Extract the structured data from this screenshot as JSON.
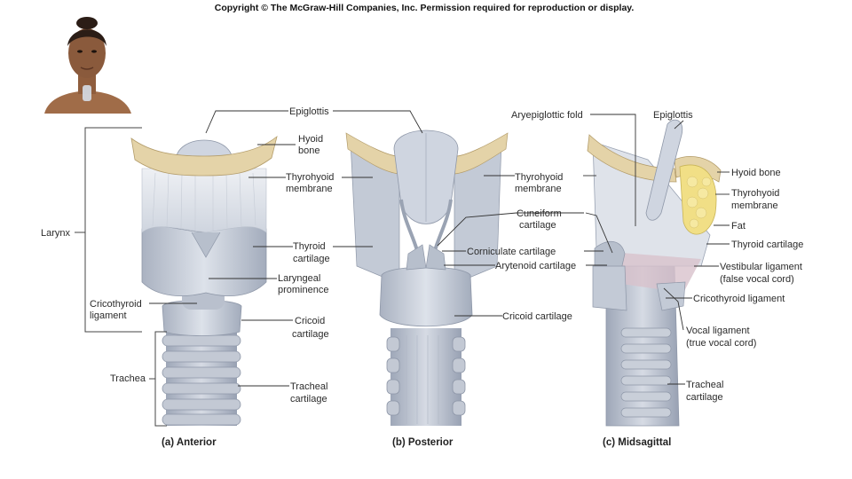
{
  "copyright": "Copyright © The McGraw-Hill Companies, Inc. Permission required for reproduction or display.",
  "panels": {
    "anterior": {
      "caption": "(a) Anterior",
      "labels": {
        "epiglottis": "Epiglottis",
        "hyoid_1": "Hyoid",
        "hyoid_2": "bone",
        "thyrohyoid_1": "Thyrohyoid",
        "thyrohyoid_2": "membrane",
        "thyroid_1": "Thyroid",
        "thyroid_2": "cartilage",
        "laryngeal_1": "Laryngeal",
        "laryngeal_2": "prominence",
        "cricothyroid_1": "Cricothyroid",
        "cricothyroid_2": "ligament",
        "cricoid_1": "Cricoid",
        "cricoid_2": "cartilage",
        "tracheal_1": "Tracheal",
        "tracheal_2": "cartilage",
        "larynx": "Larynx",
        "trachea": "Trachea"
      }
    },
    "posterior": {
      "caption": "(b) Posterior",
      "labels": {
        "thyrohyoid_1": "Thyrohyoid",
        "thyrohyoid_2": "membrane",
        "cuneiform_1": "Cuneiform",
        "cuneiform_2": "cartilage",
        "corniculate": "Corniculate cartilage",
        "arytenoid": "Arytenoid cartilage",
        "cricoid": "Cricoid cartilage"
      }
    },
    "midsagittal": {
      "caption": "(c) Midsagittal",
      "labels": {
        "aryepiglottic": "Aryepiglottic fold",
        "epiglottis": "Epiglottis",
        "hyoid": "Hyoid bone",
        "thyrohyoid_1": "Thyrohyoid",
        "thyrohyoid_2": "membrane",
        "fat": "Fat",
        "thyroid": "Thyroid cartilage",
        "vestibular_1": "Vestibular ligament",
        "vestibular_2": "(false vocal cord)",
        "cricothyroid": "Cricothyroid ligament",
        "vocal_1": "Vocal ligament",
        "vocal_2": "(true vocal cord)",
        "tracheal_1": "Tracheal",
        "tracheal_2": "cartilage"
      }
    }
  },
  "colors": {
    "cartilage": "#c9d0dc",
    "cartilage_dark": "#9aa3b3",
    "bone": "#e4d3a8",
    "fat": "#f1df86",
    "membrane": "#dfe3ea",
    "skin": "#8a5a3c"
  }
}
